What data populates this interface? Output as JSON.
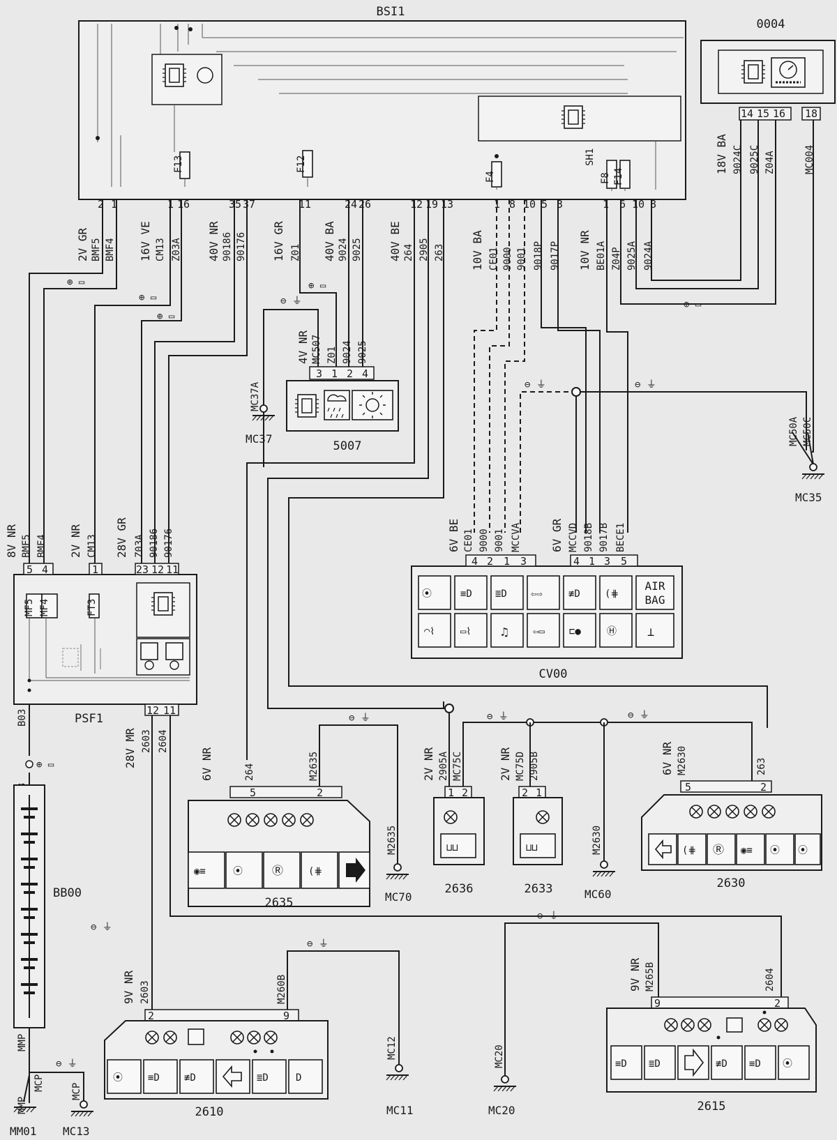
{
  "components": {
    "bsi": {
      "name": "BSI1"
    },
    "instrument_panel": {
      "name": "0004"
    },
    "psf": {
      "name": "PSF1"
    },
    "rain_sensor": {
      "name": "5007"
    },
    "switch_module": {
      "name": "CV00",
      "airbag_label": [
        "AIR",
        "BAG"
      ]
    },
    "battery": {
      "name": "BB00"
    },
    "lamp_2635": {
      "name": "2635"
    },
    "lamp_2636": {
      "name": "2636"
    },
    "lamp_2633": {
      "name": "2633"
    },
    "lamp_2630": {
      "name": "2630"
    },
    "lamp_2610": {
      "name": "2610"
    },
    "lamp_2615": {
      "name": "2615"
    }
  },
  "fuses": [
    "F13",
    "F12",
    "F4",
    "F8",
    "F14",
    "SH1",
    "MF5",
    "MF4",
    "FT3"
  ],
  "grounds": [
    "MC37",
    "MC35",
    "MC70",
    "MC60",
    "MM01",
    "MC13",
    "MC11",
    "MC20"
  ],
  "bsi_connectors": {
    "c1": {
      "label": "2V GR",
      "pins": [
        "2",
        "1"
      ],
      "wires": [
        "BMF5",
        "BMF4"
      ]
    },
    "c2": {
      "label": "16V VE",
      "pins": [
        "1",
        "16"
      ],
      "wires": [
        "CM13",
        "Z03A"
      ]
    },
    "c3": {
      "label": "40V NR",
      "pins": [
        "35",
        "37"
      ],
      "wires": [
        "90186",
        "90176"
      ]
    },
    "c4": {
      "label": "16V GR",
      "pins": [
        "11"
      ],
      "wires": [
        "Z01"
      ]
    },
    "c5": {
      "label": "40V BA",
      "pins": [
        "24",
        "26"
      ],
      "wires": [
        "9024",
        "9025"
      ]
    },
    "c6": {
      "label": "40V BE",
      "pins": [
        "12",
        "19",
        "13"
      ],
      "wires": [
        "264",
        "2905",
        "263"
      ]
    },
    "c7": {
      "label": "10V BA",
      "pins": [
        "1",
        "8",
        "10",
        "5",
        "3"
      ],
      "wires": [
        "CE01",
        "9000",
        "9001",
        "9018P",
        "9017P"
      ]
    },
    "c8": {
      "label": "10V NR",
      "pins": [
        "1",
        "6",
        "10",
        "8"
      ],
      "wires": [
        "BE01A",
        "Z04P",
        "9025A",
        "9024A"
      ]
    }
  },
  "ip_connectors": {
    "c1": {
      "label": "18V BA",
      "pins": [
        "14",
        "15",
        "16"
      ],
      "wires": [
        "9024C",
        "9025C",
        "Z04A"
      ]
    },
    "c2": {
      "pins": [
        "18"
      ],
      "wires": [
        "MC004"
      ]
    }
  },
  "psf_connectors": {
    "c1": {
      "label": "8V NR",
      "pins": [
        "5",
        "4"
      ],
      "wires": [
        "BMF5",
        "BMF4"
      ]
    },
    "c2": {
      "label": "2V NR",
      "pins": [
        "1"
      ],
      "wires": [
        "CM13"
      ]
    },
    "c3": {
      "label": "28V GR",
      "pins": [
        "23",
        "12",
        "11"
      ],
      "wires": [
        "Z03A",
        "90186",
        "90176"
      ]
    },
    "c4": {
      "label": "28V MR",
      "pins": [
        "12",
        "11"
      ],
      "wires": [
        "2603",
        "2604"
      ]
    }
  },
  "sensor_connector": {
    "label": "4V NR",
    "pins": [
      "3",
      "1",
      "2",
      "4"
    ],
    "wires": [
      "MC507",
      "Z01",
      "9024",
      "9025"
    ],
    "ground_wire": "MC37A"
  },
  "cv_connectors": {
    "c1": {
      "label": "6V BE",
      "pins": [
        "4",
        "2",
        "1",
        "3"
      ],
      "wires": [
        "CE01",
        "9000",
        "9001",
        "MCCVA"
      ]
    },
    "c2": {
      "label": "6V GR",
      "pins": [
        "4",
        "1",
        "3",
        "5"
      ],
      "wires": [
        "MCCVD",
        "9018B",
        "9017B",
        "BECE1"
      ]
    }
  },
  "ground_wires": {
    "mc35": [
      "MC50A",
      "MC50C"
    ],
    "mc70": "M2635",
    "mc60": "M2630",
    "mc11": "MC12",
    "mc20": "MC20",
    "mmp": "MMP",
    "mcp": "MCP"
  },
  "lamp_connectors": {
    "l2635": {
      "label": "6V NR",
      "pins": [
        "5",
        "2"
      ],
      "wires": [
        "264",
        "M2635"
      ]
    },
    "l2636": {
      "label": "2V NR",
      "pins": [
        "1",
        "2"
      ],
      "wires": [
        "2905A",
        "MC75C"
      ]
    },
    "l2633": {
      "label": "2V NR",
      "pins": [
        "2",
        "1"
      ],
      "wires": [
        "MC75D",
        "2905B"
      ]
    },
    "l2630": {
      "label": "6V NR",
      "pins": [
        "5",
        "2"
      ],
      "wires": [
        "M2630",
        "263"
      ]
    },
    "l2610": {
      "label": "9V NR",
      "pins": [
        "2",
        "9"
      ],
      "wires": [
        "2603",
        "M260B"
      ]
    },
    "l2615": {
      "label": "9V NR",
      "pins": [
        "9",
        "2"
      ],
      "wires": [
        "M265B",
        "2604"
      ]
    }
  },
  "psf_output_wire": "B03"
}
